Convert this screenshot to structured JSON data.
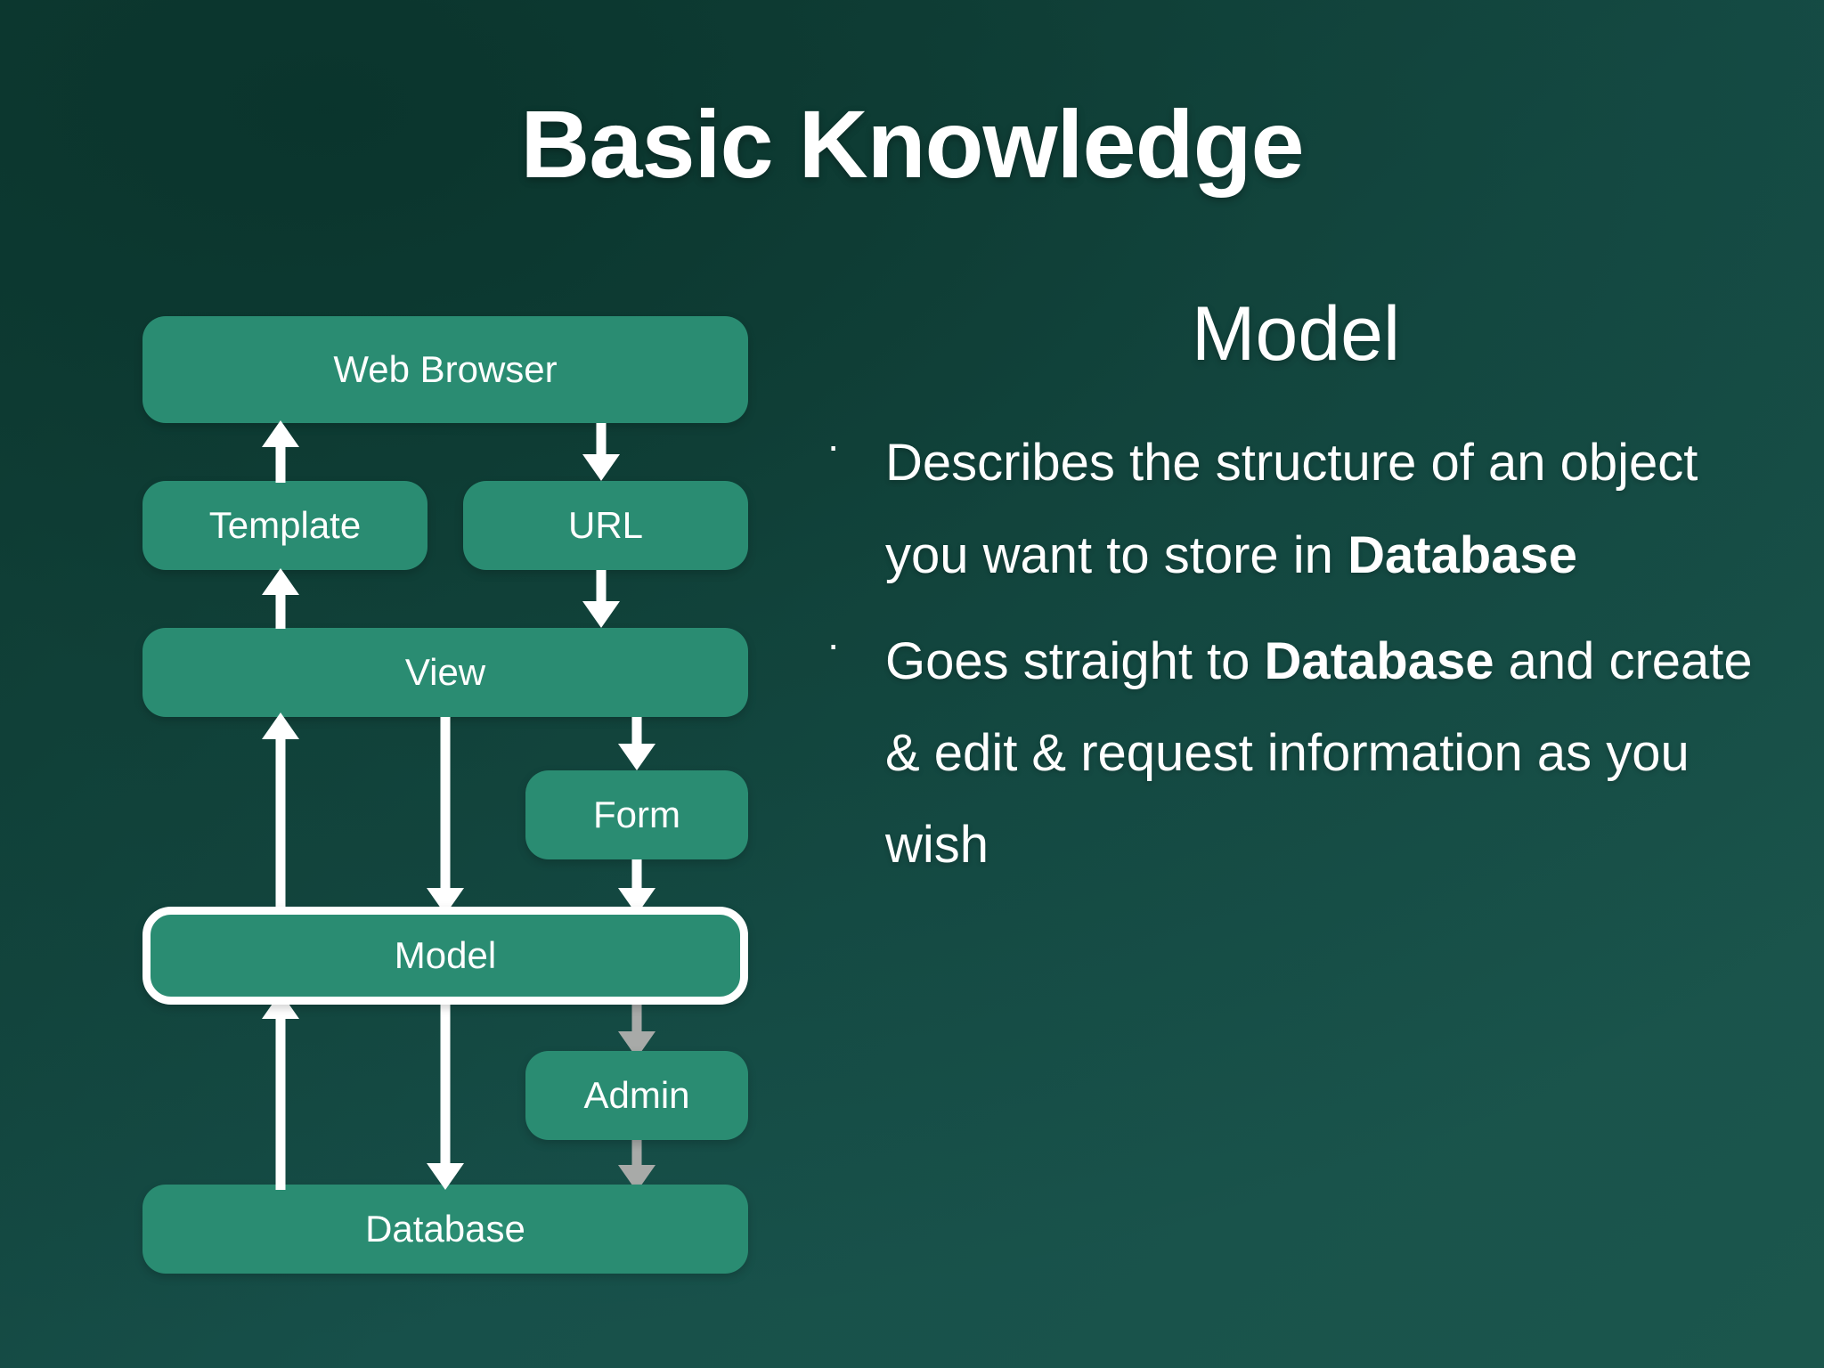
{
  "slide": {
    "title": "Basic Knowledge",
    "background_color_top": "#0e3b33",
    "background_color_bottom": "#1b564c",
    "node_fill_color": "#2a8c72",
    "text_color": "#ffffff",
    "arrow_color": "#ffffff",
    "secondary_arrow_color": "#a8aaa8"
  },
  "diagram": {
    "name": "django-request-response-flow",
    "nodes": [
      {
        "id": "web-browser",
        "label": "Web Browser",
        "highlighted": false
      },
      {
        "id": "template",
        "label": "Template",
        "highlighted": false
      },
      {
        "id": "url",
        "label": "URL",
        "highlighted": false
      },
      {
        "id": "view",
        "label": "View",
        "highlighted": false
      },
      {
        "id": "form",
        "label": "Form",
        "highlighted": false
      },
      {
        "id": "model",
        "label": "Model",
        "highlighted": true
      },
      {
        "id": "admin",
        "label": "Admin",
        "highlighted": false
      },
      {
        "id": "database",
        "label": "Database",
        "highlighted": false
      }
    ],
    "edges": [
      {
        "from": "web-browser",
        "to": "url",
        "direction": "down",
        "color": "white"
      },
      {
        "from": "url",
        "to": "view",
        "direction": "down",
        "color": "white"
      },
      {
        "from": "view",
        "to": "form",
        "direction": "down",
        "color": "white"
      },
      {
        "from": "form",
        "to": "model",
        "direction": "down",
        "color": "white"
      },
      {
        "from": "view",
        "to": "model",
        "direction": "down",
        "color": "white"
      },
      {
        "from": "model",
        "to": "database",
        "direction": "down",
        "color": "white"
      },
      {
        "from": "database",
        "to": "model",
        "direction": "up",
        "color": "white"
      },
      {
        "from": "model",
        "to": "view",
        "direction": "up",
        "color": "white"
      },
      {
        "from": "view",
        "to": "template",
        "direction": "up",
        "color": "white"
      },
      {
        "from": "template",
        "to": "web-browser",
        "direction": "up",
        "color": "white"
      },
      {
        "from": "model",
        "to": "admin",
        "direction": "down",
        "color": "gray"
      },
      {
        "from": "admin",
        "to": "database",
        "direction": "down",
        "color": "gray"
      }
    ]
  },
  "content": {
    "heading": "Model",
    "bullet_mark": "·",
    "bullets": [
      {
        "id": "bullet-describes-structure",
        "segments": [
          {
            "text": "Describes the structure of an object you want to store in ",
            "bold": false
          },
          {
            "text": "Database",
            "bold": true
          }
        ]
      },
      {
        "id": "bullet-goes-straight",
        "segments": [
          {
            "text": "Goes straight to ",
            "bold": false
          },
          {
            "text": "Database",
            "bold": true
          },
          {
            "text": " and create & edit & request information as you wish",
            "bold": false
          }
        ]
      }
    ]
  }
}
